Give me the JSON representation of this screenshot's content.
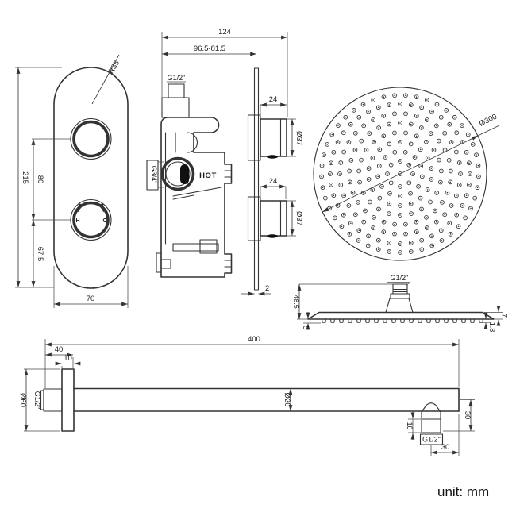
{
  "drawing": {
    "front_view": {
      "radius": "R35",
      "height": "215",
      "knob_spacing": "80",
      "knob_bottom_offset": "67.5",
      "width": "70",
      "hot_mark": "H",
      "cold_mark": "C"
    },
    "side_view": {
      "depth_total": "124",
      "depth_range": "96.5-81.5",
      "outlet_thread": "G1/2\"",
      "inlet_thread": "G3/4\"",
      "hot_label": "HOT",
      "knob_top_width": "24",
      "knob_top_dia": "Ø37",
      "knob_bottom_width": "24",
      "knob_bottom_dia": "Ø37",
      "plate_thickness": "2"
    },
    "head_top_view": {
      "diameter": "Ø300"
    },
    "head_side_view": {
      "thread": "G1/2\"",
      "height": "48.5",
      "edge": "5",
      "nozzle_height": "1.8",
      "rim": "7"
    },
    "arm_view": {
      "length": "400",
      "wall_offset": "40",
      "flange_depth": "10",
      "flange_dia": "Ø60",
      "wall_thread": "G1/2\"",
      "tube_dia": "Ø20",
      "drop_thread_len": "10",
      "drop_thread": "G1/2\"",
      "drop_offset": "30",
      "drop_height": "30"
    },
    "footer": {
      "unit": "unit: mm"
    }
  }
}
